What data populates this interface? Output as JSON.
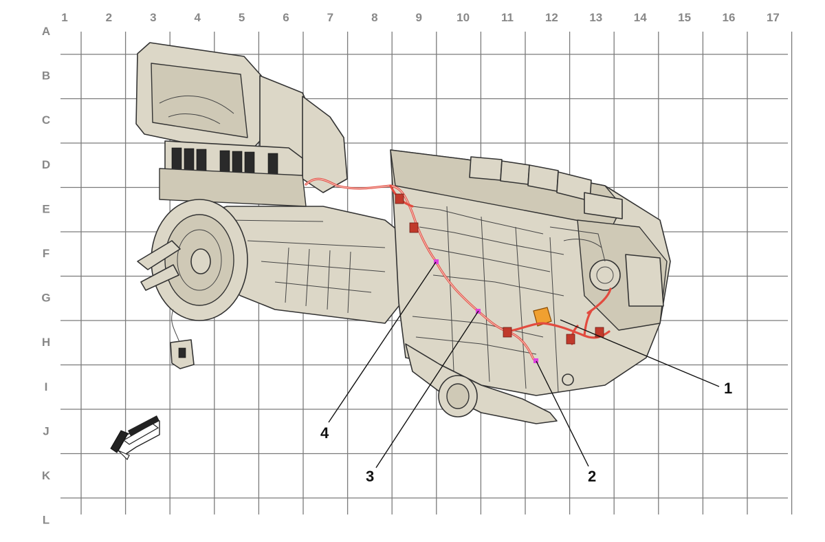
{
  "grid": {
    "columns": [
      "1",
      "2",
      "3",
      "4",
      "5",
      "6",
      "7",
      "8",
      "9",
      "10",
      "11",
      "12",
      "13",
      "14",
      "15",
      "16",
      "17"
    ],
    "rows": [
      "A",
      "B",
      "C",
      "D",
      "E",
      "F",
      "G",
      "H",
      "I",
      "J",
      "K",
      "L"
    ]
  },
  "callouts": [
    {
      "label": "1"
    },
    {
      "label": "2"
    },
    {
      "label": "3"
    },
    {
      "label": "4"
    }
  ],
  "colors": {
    "grid_line": "#7a7a7a",
    "grid_label": "#888888",
    "housing": "#dcd7c7",
    "harness": "#e24b3f",
    "connector_magenta": "#e040e0",
    "component_orange": "#f0a030"
  },
  "icons": [
    "view-direction-arrow-icon"
  ]
}
